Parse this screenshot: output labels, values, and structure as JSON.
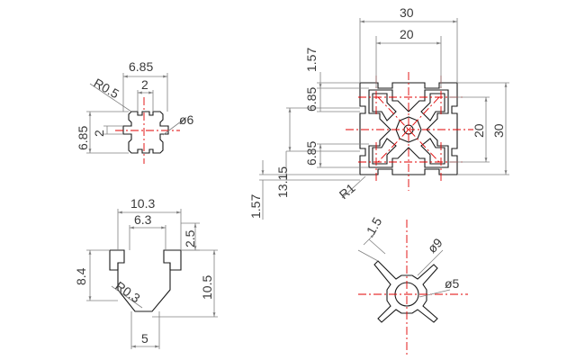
{
  "views": {
    "slot_detail": {
      "dims": {
        "width_outer": "6.85",
        "width_inner": "2",
        "height_outer": "6.85",
        "height_inner": "2",
        "radius": "R0.5",
        "diameter": "ø6"
      }
    },
    "t_slot_section": {
      "dims": {
        "top_width": "10.3",
        "inner_width": "6.3",
        "lip_depth": "2.5",
        "left_height": "8.4",
        "right_height": "10.5",
        "radius": "R0.3",
        "bottom_width": "5"
      }
    },
    "profile_section": {
      "dims": {
        "overall_width": "30",
        "slot_spacing_h": "20",
        "overall_height": "30",
        "slot_spacing_v": "20",
        "wall_top": "1.57",
        "slot_top": "6.85",
        "slot_lower": "6.85",
        "wall_bottom": "1.57",
        "inner_height": "13.15",
        "corner_radius": "R1"
      }
    },
    "core_detail": {
      "dims": {
        "web": "1.5",
        "outer_diameter": "ø9",
        "inner_diameter": "ø5"
      }
    }
  }
}
